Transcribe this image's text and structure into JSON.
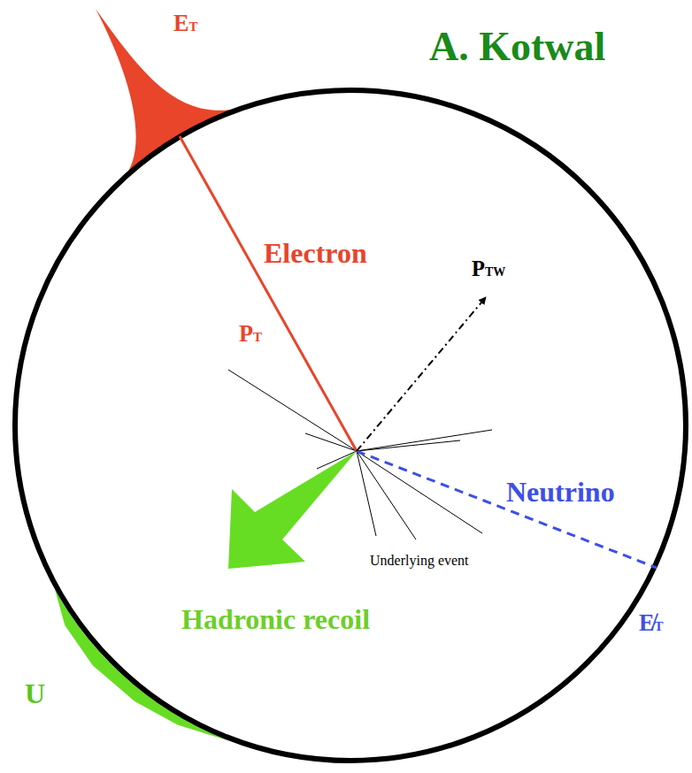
{
  "diagram": {
    "labels": [
      "A. Kotwal",
      "ET",
      "Electron",
      "PT",
      "PTW",
      "Neutrino",
      "Underlying event",
      "Hadronic recoil",
      "U",
      "E̸T"
    ]
  }
}
